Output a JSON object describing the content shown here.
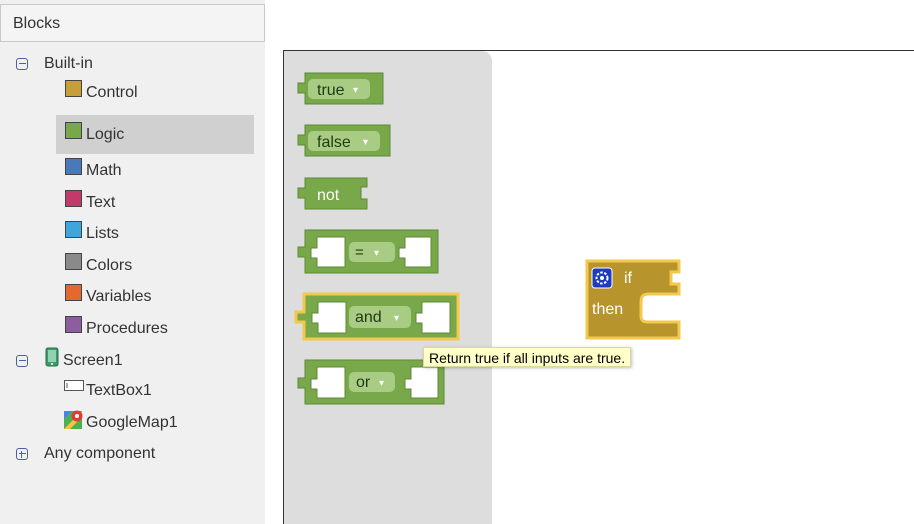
{
  "panel": {
    "header": "Blocks",
    "builtin_label": "Built-in",
    "categories": [
      {
        "label": "Control",
        "color": "#c69f3a"
      },
      {
        "label": "Logic",
        "color": "#78a84a"
      },
      {
        "label": "Math",
        "color": "#4a79b8"
      },
      {
        "label": "Text",
        "color": "#c23a6a"
      },
      {
        "label": "Lists",
        "color": "#3fa6dc"
      },
      {
        "label": "Colors",
        "color": "#8a8a8a"
      },
      {
        "label": "Variables",
        "color": "#e36a2e"
      },
      {
        "label": "Procedures",
        "color": "#8c5ea0"
      }
    ],
    "selected_category": "Logic",
    "screen_label": "Screen1",
    "components": [
      {
        "label": "TextBox1",
        "icon": "textbox-icon"
      },
      {
        "label": "GoogleMap1",
        "icon": "map-pin-icon"
      }
    ],
    "any_component_label": "Any component"
  },
  "flyout_blocks": {
    "true_label": "true",
    "false_label": "false",
    "not_label": "not",
    "eq_label": "=",
    "and_label": "and",
    "or_label": "or",
    "dropdown_arrow": "▾"
  },
  "workspace_block": {
    "if_label": "if",
    "then_label": "then",
    "mutator_icon": "gear-icon"
  },
  "tooltip": {
    "text": "Return true if all inputs are true."
  },
  "colors": {
    "logic_block": "#78a84a",
    "logic_dark": "#5d8a36",
    "control_block": "#b8952c",
    "highlight": "#f2c94c",
    "field_bg": "#a9cc85"
  }
}
